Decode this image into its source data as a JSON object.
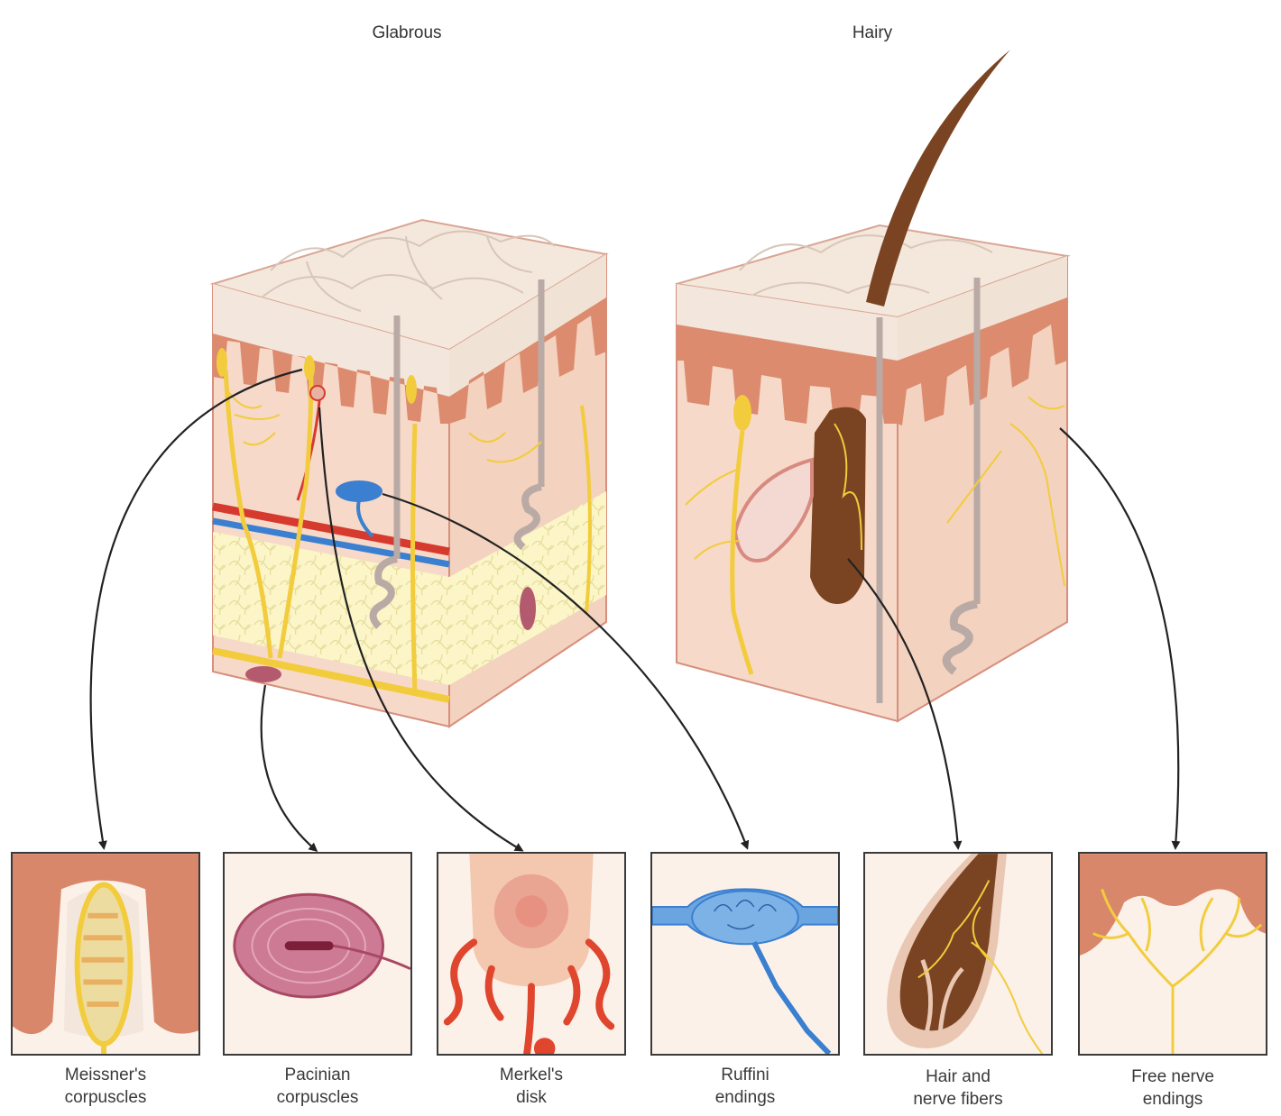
{
  "headings": {
    "glabrous": "Glabrous",
    "hairy": "Hairy"
  },
  "receptors": [
    {
      "line1": "Meissner's",
      "line2": "corpuscles"
    },
    {
      "line1": "Pacinian",
      "line2": "corpuscles"
    },
    {
      "line1": "Merkel's",
      "line2": "disk"
    },
    {
      "line1": "Ruffini",
      "line2": "endings"
    },
    {
      "line1": "Hair and",
      "line2": "nerve fibers"
    },
    {
      "line1": "Free nerve",
      "line2": "endings"
    }
  ],
  "colors": {
    "epidermis": "#f3e6dc",
    "dermis": "#f6d9c8",
    "papillae": "#d9876a",
    "nerve": "#f2cc3c",
    "fat": "#fbf5c8",
    "artery": "#d63a2f",
    "vein": "#3a7fd0",
    "hair": "#7a4422",
    "gland": "#c4b4b0"
  }
}
